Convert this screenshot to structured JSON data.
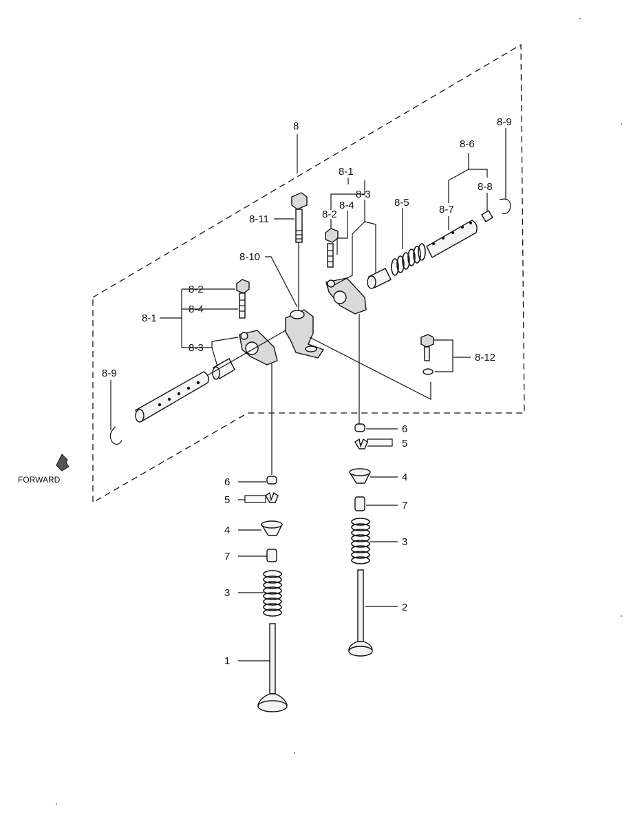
{
  "labels": {
    "assembly": "8",
    "assy_8_1_top": "8-1",
    "sub_8_2_top": "8-2",
    "sub_8_4_top": "8-4",
    "sub_8_3_top": "8-3",
    "sub_8_5": "8-5",
    "sub_8_6": "8-6",
    "sub_8_7": "8-7",
    "sub_8_8": "8-8",
    "sub_8_9_right": "8-9",
    "sub_8_11": "8-11",
    "sub_8_10": "8-10",
    "sub_8_2_left": "8-2",
    "sub_8_4_left": "8-4",
    "assy_8_1_left": "8-1",
    "sub_8_3_left": "8-3",
    "sub_8_12": "8-12",
    "sub_8_9_left": "8-9",
    "p6_right": "6",
    "p5_right": "5",
    "p4_right": "4",
    "p7_right": "7",
    "p3_right": "3",
    "p2": "2",
    "p6_left": "6",
    "p5_left": "5",
    "p4_left": "4",
    "p7_left": "7",
    "p3_left": "3",
    "p1": "1"
  },
  "forward": "FORWARD"
}
